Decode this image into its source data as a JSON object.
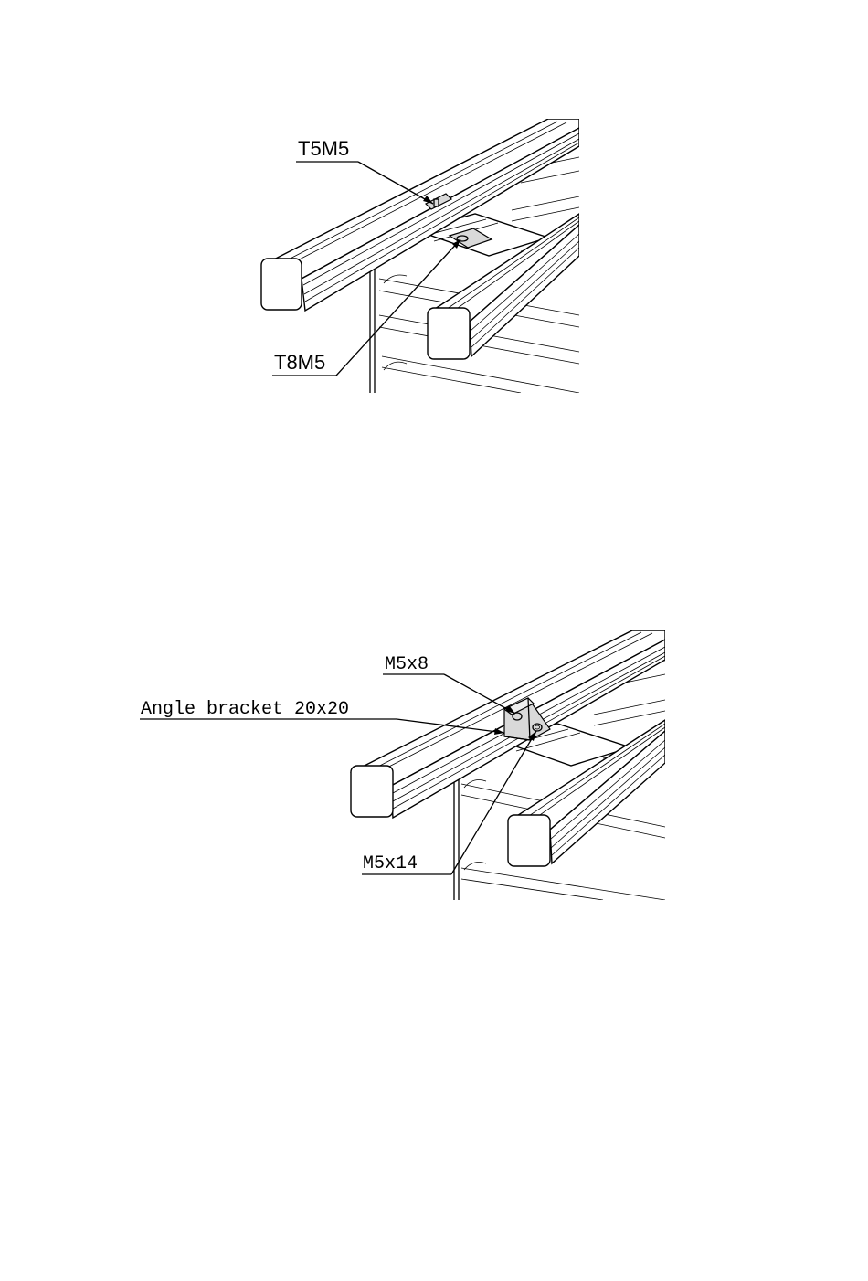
{
  "figure1": {
    "labels": {
      "t5m5": "T5M5",
      "t8m5": "T8M5"
    }
  },
  "figure2": {
    "labels": {
      "m5x8": "M5x8",
      "angle_bracket": "Angle bracket 20x20",
      "m5x14": "M5x14"
    }
  }
}
